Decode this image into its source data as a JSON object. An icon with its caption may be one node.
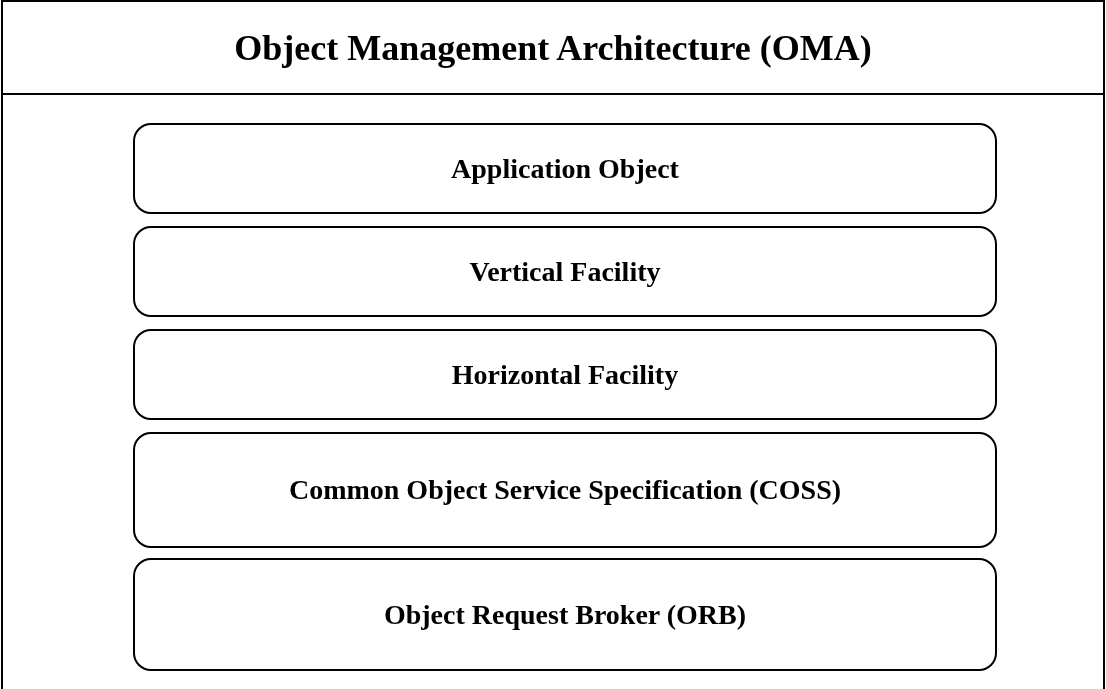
{
  "diagram": {
    "nodes": [
      {
        "text": [
          "Object Management Architecture (OMA)"
        ]
      },
      {
        "text": [
          "Application Object"
        ],
        "in": 0
      },
      {
        "text": [
          "Vertical Facility"
        ],
        "in": 0
      },
      {
        "text": [
          "Horizontal Facility"
        ],
        "in": 0
      },
      {
        "text": [
          "Common Object Service Specification (COSS)"
        ],
        "in": 0
      },
      {
        "text": [
          "Object Request Broker (ORB)"
        ],
        "in": 0
      }
    ]
  }
}
